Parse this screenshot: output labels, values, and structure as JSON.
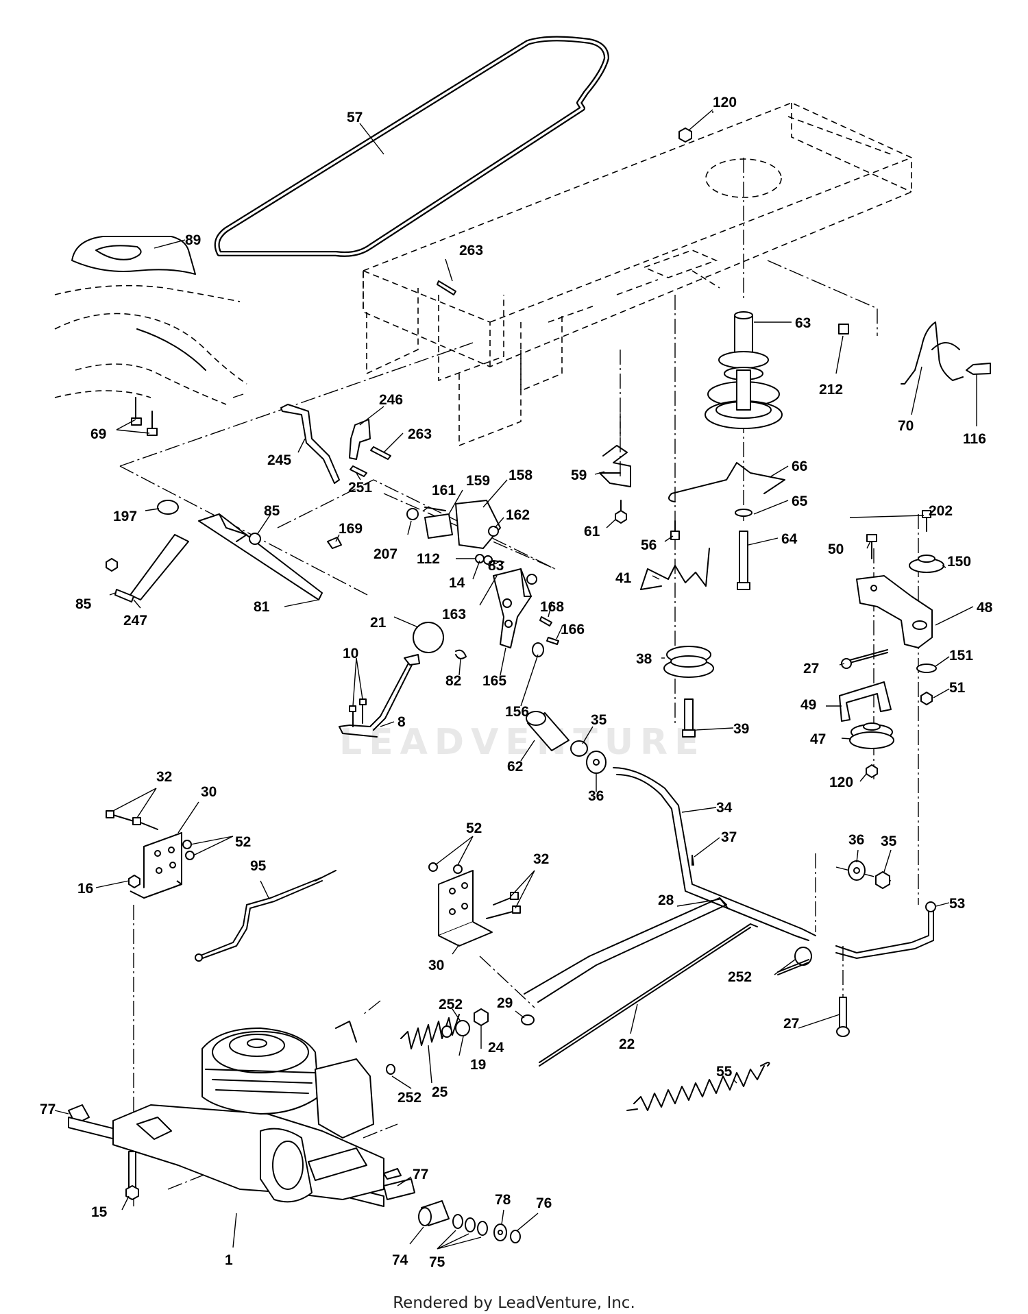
{
  "footer": {
    "credit": "Rendered by LeadVenture, Inc."
  },
  "watermark": {
    "text": "LEADVENTURE"
  },
  "callouts": [
    {
      "id": "c-57",
      "text": "57"
    },
    {
      "id": "c-120a",
      "text": "120"
    },
    {
      "id": "c-89",
      "text": "89"
    },
    {
      "id": "c-263a",
      "text": "263"
    },
    {
      "id": "c-63",
      "text": "63"
    },
    {
      "id": "c-212",
      "text": "212"
    },
    {
      "id": "c-70",
      "text": "70"
    },
    {
      "id": "c-116",
      "text": "116"
    },
    {
      "id": "c-69",
      "text": "69"
    },
    {
      "id": "c-246",
      "text": "246"
    },
    {
      "id": "c-263b",
      "text": "263"
    },
    {
      "id": "c-245",
      "text": "245"
    },
    {
      "id": "c-251",
      "text": "251"
    },
    {
      "id": "c-161",
      "text": "161"
    },
    {
      "id": "c-159",
      "text": "159"
    },
    {
      "id": "c-158",
      "text": "158"
    },
    {
      "id": "c-59",
      "text": "59"
    },
    {
      "id": "c-66",
      "text": "66"
    },
    {
      "id": "c-197",
      "text": "197"
    },
    {
      "id": "c-85a",
      "text": "85"
    },
    {
      "id": "c-169",
      "text": "169"
    },
    {
      "id": "c-207",
      "text": "207"
    },
    {
      "id": "c-162",
      "text": "162"
    },
    {
      "id": "c-61",
      "text": "61"
    },
    {
      "id": "c-65",
      "text": "65"
    },
    {
      "id": "c-202",
      "text": "202"
    },
    {
      "id": "c-56",
      "text": "56"
    },
    {
      "id": "c-64",
      "text": "64"
    },
    {
      "id": "c-50",
      "text": "50"
    },
    {
      "id": "c-150",
      "text": "150"
    },
    {
      "id": "c-112",
      "text": "112"
    },
    {
      "id": "c-83",
      "text": "83"
    },
    {
      "id": "c-41",
      "text": "41"
    },
    {
      "id": "c-14",
      "text": "14"
    },
    {
      "id": "c-85b",
      "text": "85"
    },
    {
      "id": "c-81",
      "text": "81"
    },
    {
      "id": "c-48",
      "text": "48"
    },
    {
      "id": "c-247",
      "text": "247"
    },
    {
      "id": "c-163",
      "text": "163"
    },
    {
      "id": "c-168",
      "text": "168"
    },
    {
      "id": "c-21",
      "text": "21"
    },
    {
      "id": "c-166",
      "text": "166"
    },
    {
      "id": "c-10",
      "text": "10"
    },
    {
      "id": "c-38",
      "text": "38"
    },
    {
      "id": "c-27a",
      "text": "27"
    },
    {
      "id": "c-151",
      "text": "151"
    },
    {
      "id": "c-82",
      "text": "82"
    },
    {
      "id": "c-165",
      "text": "165"
    },
    {
      "id": "c-51",
      "text": "51"
    },
    {
      "id": "c-156",
      "text": "156"
    },
    {
      "id": "c-49",
      "text": "49"
    },
    {
      "id": "c-8",
      "text": "8"
    },
    {
      "id": "c-35a",
      "text": "35"
    },
    {
      "id": "c-39",
      "text": "39"
    },
    {
      "id": "c-47",
      "text": "47"
    },
    {
      "id": "c-62",
      "text": "62"
    },
    {
      "id": "c-36a",
      "text": "36"
    },
    {
      "id": "c-120b",
      "text": "120"
    },
    {
      "id": "c-32a",
      "text": "32"
    },
    {
      "id": "c-30a",
      "text": "30"
    },
    {
      "id": "c-34",
      "text": "34"
    },
    {
      "id": "c-52a",
      "text": "52"
    },
    {
      "id": "c-95",
      "text": "95"
    },
    {
      "id": "c-52b",
      "text": "52"
    },
    {
      "id": "c-37",
      "text": "37"
    },
    {
      "id": "c-36b",
      "text": "36"
    },
    {
      "id": "c-35b",
      "text": "35"
    },
    {
      "id": "c-16",
      "text": "16"
    },
    {
      "id": "c-32b",
      "text": "32"
    },
    {
      "id": "c-53",
      "text": "53"
    },
    {
      "id": "c-28",
      "text": "28"
    },
    {
      "id": "c-30b",
      "text": "30"
    },
    {
      "id": "c-252a",
      "text": "252"
    },
    {
      "id": "c-29",
      "text": "29"
    },
    {
      "id": "c-22",
      "text": "22"
    },
    {
      "id": "c-27b",
      "text": "27"
    },
    {
      "id": "c-252b",
      "text": "252"
    },
    {
      "id": "c-24",
      "text": "24"
    },
    {
      "id": "c-19",
      "text": "19"
    },
    {
      "id": "c-55",
      "text": "55"
    },
    {
      "id": "c-25",
      "text": "25"
    },
    {
      "id": "c-252c",
      "text": "252"
    },
    {
      "id": "c-77a",
      "text": "77"
    },
    {
      "id": "c-77b",
      "text": "77"
    },
    {
      "id": "c-15",
      "text": "15"
    },
    {
      "id": "c-78",
      "text": "78"
    },
    {
      "id": "c-76",
      "text": "76"
    },
    {
      "id": "c-1",
      "text": "1"
    },
    {
      "id": "c-74",
      "text": "74"
    },
    {
      "id": "c-75",
      "text": "75"
    }
  ]
}
